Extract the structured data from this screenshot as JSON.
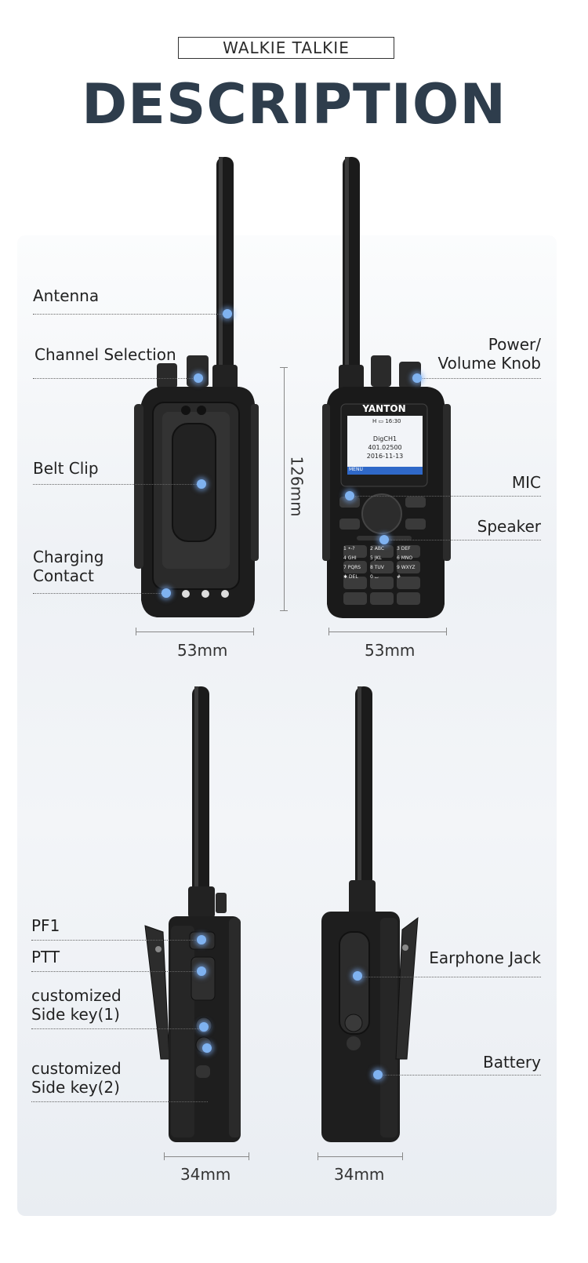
{
  "header": {
    "tag": "WALKIE TALKIE",
    "title": "DESCRIPTION"
  },
  "labels": {
    "antenna": "Antenna",
    "channel_selection": "Channel Selection",
    "belt_clip": "Belt Clip",
    "charging_contact_line1": "Charging",
    "charging_contact_line2": "Contact",
    "power_line1": "Power/",
    "power_line2": "Volume Knob",
    "mic": "MIC",
    "speaker": "Speaker",
    "pf1": "PF1",
    "ptt": "PTT",
    "side_key1_line1": "customized",
    "side_key1_line2": "Side key(1)",
    "side_key2_line1": "customized",
    "side_key2_line2": "Side key(2)",
    "earphone_jack": "Earphone Jack",
    "battery": "Battery"
  },
  "dimensions": {
    "height": "126mm",
    "width_back": "53mm",
    "width_front": "53mm",
    "depth_left": "34mm",
    "depth_right": "34mm"
  },
  "screen": {
    "brand": "YANTON",
    "status": "H ▭ 16:30",
    "channel": "DigCH1",
    "frequency": "401.02500",
    "date": "2016-11-13",
    "menu": "MENU"
  },
  "keypad": [
    "1 •-?",
    "2 ABC",
    "3 DEF",
    "4 GHI",
    "5 JKL",
    "6 MNO",
    "7 PQRS",
    "8 TUV",
    "9 WXYZ",
    "✱ DEL",
    "0 ⌴",
    "#"
  ],
  "colors": {
    "title": "#2e3d4c",
    "hotspot": "#7fb2f0",
    "screen": "#2f68c8"
  }
}
